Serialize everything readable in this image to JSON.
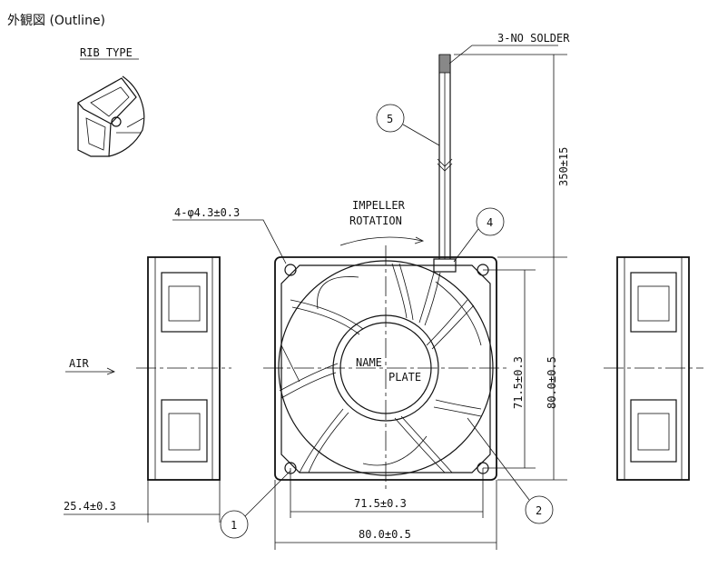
{
  "title": "外観図 (Outline)",
  "labels": {
    "rib_type": "RIB TYPE",
    "solder": "3-NO SOLDER",
    "holes": "4-φ4.3±0.3",
    "impeller_1": "IMPELLER",
    "impeller_2": "ROTATION",
    "air": "AIR",
    "name": "NAME",
    "plate": "PLATE"
  },
  "dimensions": {
    "lead_length": "350±15",
    "hole_pitch_h": "71.5±0.3",
    "width_h": "80.0±0.5",
    "hole_pitch_v": "71.5±0.3",
    "height_v": "80.0±0.5",
    "depth": "25.4±0.3"
  },
  "callouts": [
    "1",
    "2",
    "4",
    "5"
  ]
}
